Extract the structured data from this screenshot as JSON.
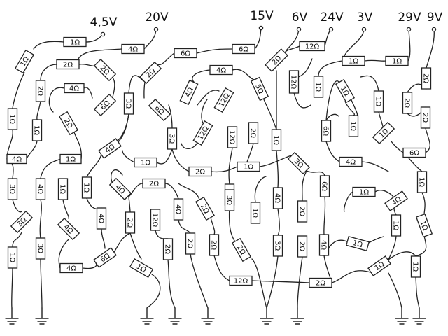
{
  "sources": [
    {
      "label": "4,5V"
    },
    {
      "label": "20V"
    },
    {
      "label": "15V"
    },
    {
      "label": "6V"
    },
    {
      "label": "24V"
    },
    {
      "label": "3V"
    },
    {
      "label": "29V"
    },
    {
      "label": "9V"
    }
  ],
  "resistors": [
    {
      "value": "1Ω"
    },
    {
      "value": "4Ω"
    },
    {
      "value": "6Ω"
    },
    {
      "value": "6Ω"
    },
    {
      "value": "12Ω"
    },
    {
      "value": "1Ω"
    },
    {
      "value": "1Ω"
    },
    {
      "value": "1Ω"
    },
    {
      "value": "2Ω"
    },
    {
      "value": "2Ω"
    },
    {
      "value": "4Ω"
    },
    {
      "value": "2Ω"
    },
    {
      "value": "12Ω"
    },
    {
      "value": "1Ω"
    },
    {
      "value": "2Ω"
    },
    {
      "value": "2Ω"
    },
    {
      "value": "2Ω"
    },
    {
      "value": "4Ω"
    },
    {
      "value": "6Ω"
    },
    {
      "value": "3Ω"
    },
    {
      "value": "6Ω"
    },
    {
      "value": "4Ω"
    },
    {
      "value": "12Ω"
    },
    {
      "value": "5Ω"
    },
    {
      "value": "1Ω"
    },
    {
      "value": "1Ω"
    },
    {
      "value": "2Ω"
    },
    {
      "value": "1Ω"
    },
    {
      "value": "1Ω"
    },
    {
      "value": "2Ω"
    },
    {
      "value": "4Ω"
    },
    {
      "value": "3Ω"
    },
    {
      "value": "1Ω"
    },
    {
      "value": "12Ω"
    },
    {
      "value": "12Ω"
    },
    {
      "value": "2Ω"
    },
    {
      "value": "1Ω"
    },
    {
      "value": "6Ω"
    },
    {
      "value": "1Ω"
    },
    {
      "value": "2Ω"
    },
    {
      "value": "4Ω"
    },
    {
      "value": "1Ω"
    },
    {
      "value": "1Ω"
    },
    {
      "value": "2Ω"
    },
    {
      "value": "1Ω"
    },
    {
      "value": "3Ω"
    },
    {
      "value": "4Ω"
    },
    {
      "value": "6Ω"
    },
    {
      "value": "3Ω"
    },
    {
      "value": "4Ω"
    },
    {
      "value": "1Ω"
    },
    {
      "value": "1Ω"
    },
    {
      "value": "4Ω"
    },
    {
      "value": "2Ω"
    },
    {
      "value": "4Ω"
    },
    {
      "value": "2Ω"
    },
    {
      "value": "2Ω"
    },
    {
      "value": "1Ω"
    },
    {
      "value": "3Ω"
    },
    {
      "value": "4Ω"
    },
    {
      "value": "6Ω"
    },
    {
      "value": "1Ω"
    },
    {
      "value": "4Ω"
    },
    {
      "value": "4Ω"
    },
    {
      "value": "2Ω"
    },
    {
      "value": "12Ω"
    },
    {
      "value": "2Ω"
    },
    {
      "value": "3Ω"
    },
    {
      "value": "2Ω"
    },
    {
      "value": "4Ω"
    },
    {
      "value": "1Ω"
    },
    {
      "value": "1Ω"
    },
    {
      "value": "1Ω"
    },
    {
      "value": "1Ω"
    },
    {
      "value": "3Ω"
    },
    {
      "value": "4Ω"
    },
    {
      "value": "6Ω"
    },
    {
      "value": "1Ω"
    },
    {
      "value": "2Ω"
    },
    {
      "value": "2Ω"
    },
    {
      "value": "2Ω"
    },
    {
      "value": "12Ω"
    },
    {
      "value": "3Ω"
    },
    {
      "value": "2Ω"
    },
    {
      "value": "4Ω"
    },
    {
      "value": "1Ω"
    },
    {
      "value": "1Ω"
    },
    {
      "value": "1Ω"
    },
    {
      "value": "2Ω"
    },
    {
      "value": "2Ω"
    },
    {
      "value": "4Ω"
    },
    {
      "value": "2Ω"
    },
    {
      "value": "2Ω"
    },
    {
      "value": "2Ω"
    },
    {
      "value": "1Ω"
    },
    {
      "value": "1Ω"
    }
  ]
}
